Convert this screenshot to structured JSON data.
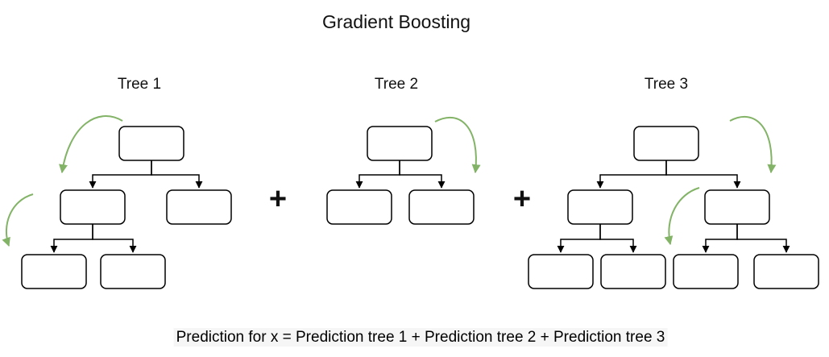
{
  "title": "Gradient Boosting",
  "trees": [
    {
      "label": "Tree 1"
    },
    {
      "label": "Tree 2"
    },
    {
      "label": "Tree 3"
    }
  ],
  "plus_sign": "+",
  "caption": "Prediction for x = Prediction tree 1 + Prediction tree 2 + Prediction tree 3",
  "colors": {
    "arrow_green": "#82b366",
    "node_border": "#000000",
    "node_fill": "#ffffff",
    "text": "#000000"
  }
}
